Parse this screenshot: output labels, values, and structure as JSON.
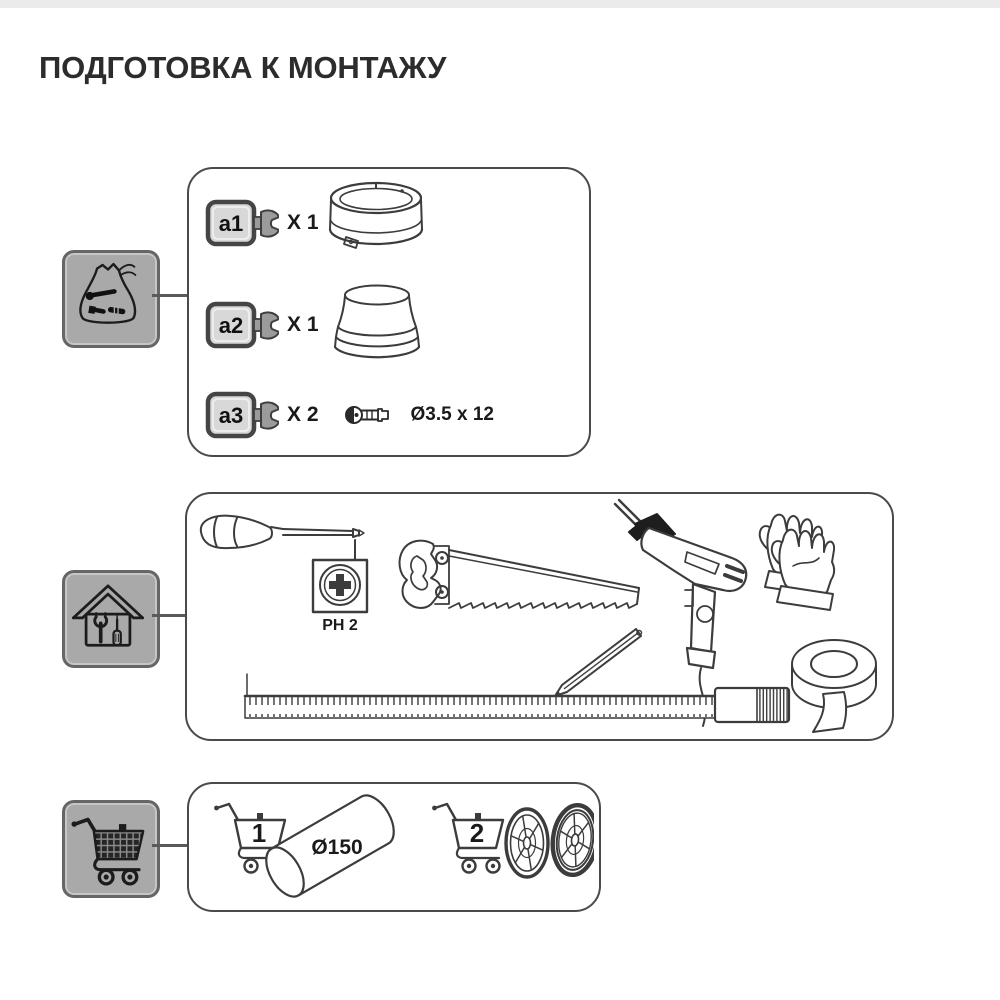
{
  "page": {
    "title": "ПОДГОТОВКА К МОНТАЖУ"
  },
  "colors": {
    "line": "#3c3c3c",
    "icon_box_fill": "#a9a9a9",
    "icon_box_border": "#666666",
    "panel_border": "#4a4a4a",
    "tag_fill": "#d8d8d8",
    "text": "#1a1a1a"
  },
  "sections": {
    "parts": {
      "icon": "hardware-bag-icon",
      "rows": [
        {
          "tag": "a1",
          "qty": "X 1",
          "part": "mounting-ring-collar"
        },
        {
          "tag": "a2",
          "qty": "X 1",
          "part": "duct-reducer-adapter"
        },
        {
          "tag": "a3",
          "qty": "X 2",
          "part": "screw",
          "spec": "Ø3.5 x 12"
        }
      ]
    },
    "tools": {
      "icon": "house-tools-icon",
      "bit_label": "PH 2",
      "items": [
        "screwdriver",
        "phillips-bit-ph2",
        "handsaw",
        "electric-drill",
        "work-gloves",
        "pencil",
        "measuring-tape",
        "adhesive-tape"
      ]
    },
    "purchase": {
      "icon": "shopping-cart-icon",
      "items": [
        {
          "qty": "1",
          "part": "duct-tube",
          "label": "Ø150"
        },
        {
          "qty": "2",
          "part": "vent-grilles"
        }
      ]
    }
  }
}
